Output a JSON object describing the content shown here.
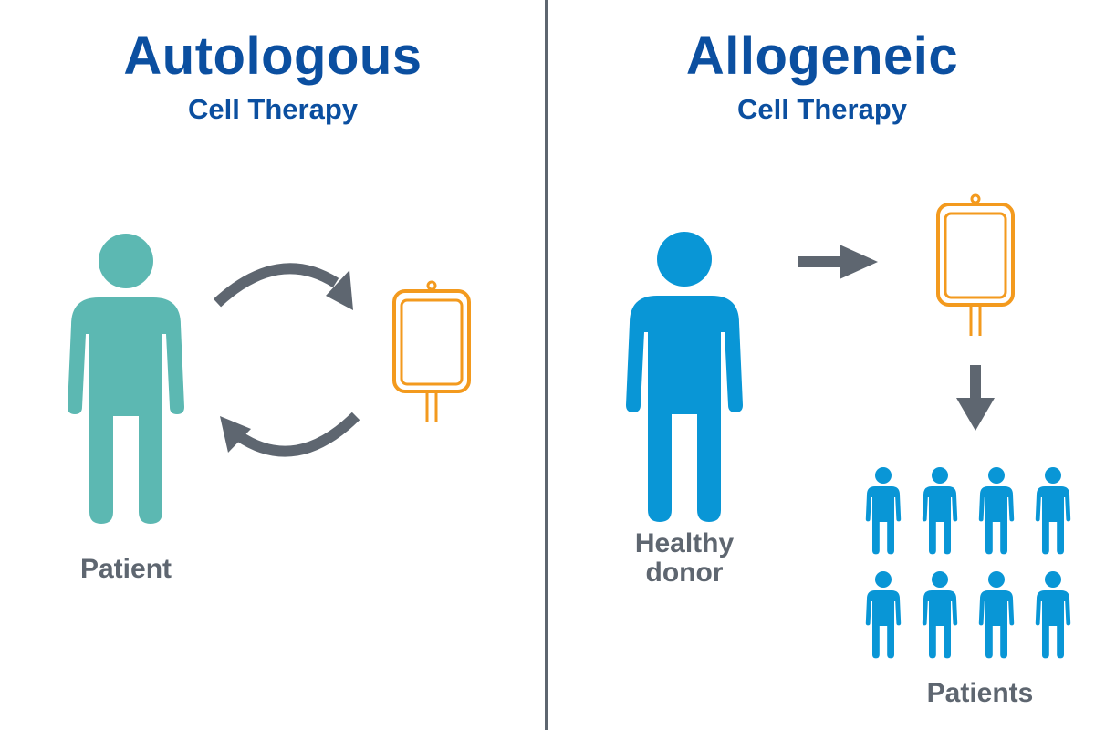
{
  "left": {
    "title": "Autologous",
    "subtitle": "Cell Therapy",
    "person_label": "Patient"
  },
  "right": {
    "title": "Allogeneic",
    "subtitle": "Cell Therapy",
    "donor_label_line1": "Healthy",
    "donor_label_line2": "donor",
    "patients_label": "Patients",
    "patient_count": 8
  },
  "colors": {
    "title": "#0b4fa0",
    "label": "#5e6670",
    "patient_figure": "#5cb8b2",
    "donor_figure": "#0996d6",
    "iv_bag": "#f39a1e",
    "arrow": "#5e6670",
    "divider": "#5e6670"
  },
  "icons": {
    "person": "person-icon",
    "iv_bag": "iv-bag-icon",
    "arrow": "arrow-icon"
  }
}
